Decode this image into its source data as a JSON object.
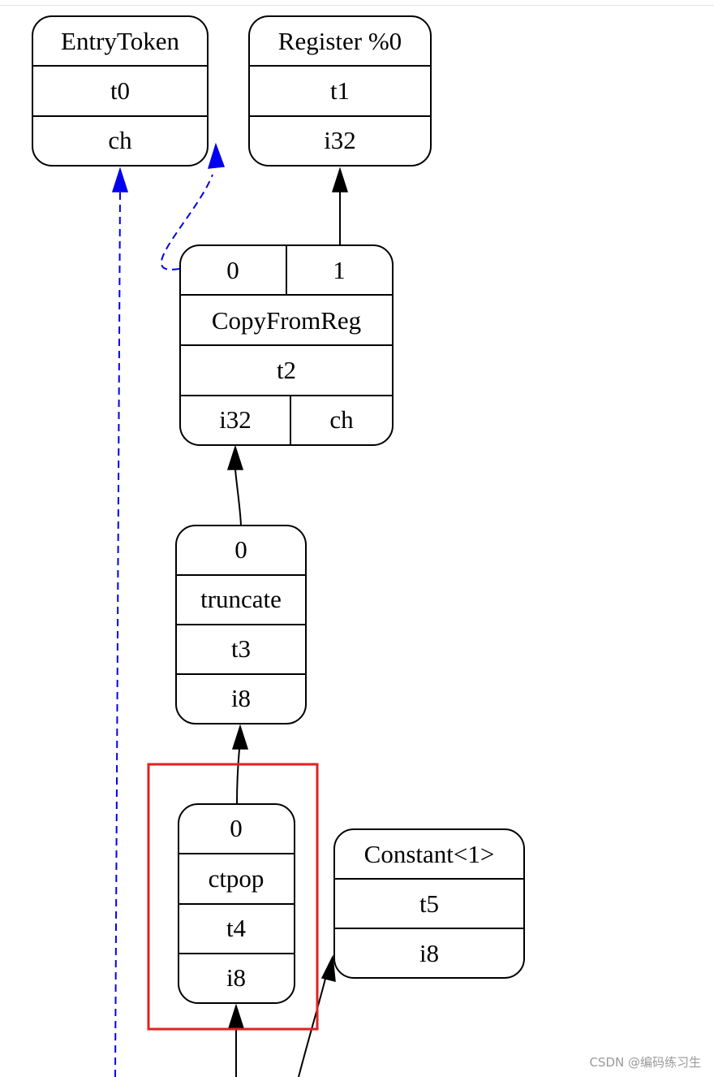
{
  "nodes": {
    "entry_token": {
      "rows": [
        "EntryToken",
        "t0",
        "ch"
      ]
    },
    "register": {
      "rows": [
        "Register %0",
        "t1",
        "i32"
      ]
    },
    "copy_from_reg": {
      "operands": [
        "0",
        "1"
      ],
      "rows": [
        "CopyFromReg",
        "t2"
      ],
      "results": [
        "i32",
        "ch"
      ]
    },
    "truncate": {
      "rows": [
        "0",
        "truncate",
        "t3",
        "i8"
      ]
    },
    "ctpop": {
      "rows": [
        "0",
        "ctpop",
        "t4",
        "i8"
      ]
    },
    "constant": {
      "rows": [
        "Constant<1>",
        "t5",
        "i8"
      ]
    }
  },
  "colors": {
    "chain_edge": "#0000ee",
    "highlight": "#e02222"
  },
  "watermark": "CSDN @编码练习生"
}
